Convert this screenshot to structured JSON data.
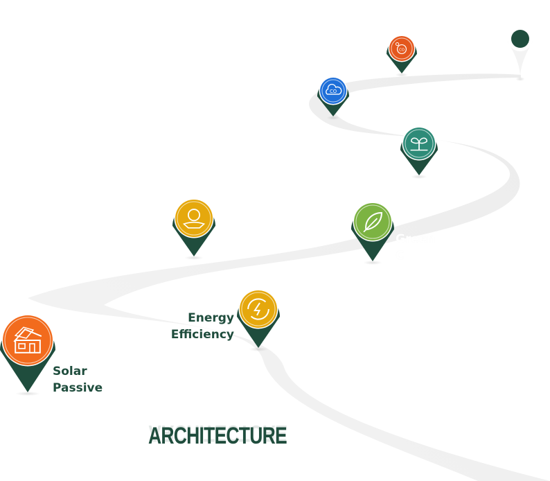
{
  "title": "ARCHITECTURE",
  "milestones": [
    {
      "id": "solar",
      "label": "Solar\nPassive",
      "icon": "house-solar-icon",
      "color": "#f26b1d"
    },
    {
      "id": "energy",
      "label": "Energy\nEfficiency",
      "icon": "energy-cycle-icon",
      "color": "#e5a80d"
    },
    {
      "id": "green",
      "label": "Green\nC",
      "icon": "leaf-icon",
      "color": "#7cb342"
    },
    {
      "id": "finance",
      "label": "",
      "icon": "rupee-hand-icon",
      "color": "#e5a80d"
    },
    {
      "id": "plant",
      "label": "",
      "icon": "seedling-icon",
      "color": "#2e8b78"
    },
    {
      "id": "co2",
      "label": "",
      "icon": "co2-cloud-icon",
      "color": "#1e6fd9"
    },
    {
      "id": "carbon",
      "label": "",
      "icon": "co2-bubble-icon",
      "color": "#e4571d"
    },
    {
      "id": "end",
      "label": "",
      "icon": "end-pin-icon",
      "color": "#1f4d3d"
    }
  ],
  "colors": {
    "pin_body": "#1f4d3d",
    "road": "#efefef"
  }
}
